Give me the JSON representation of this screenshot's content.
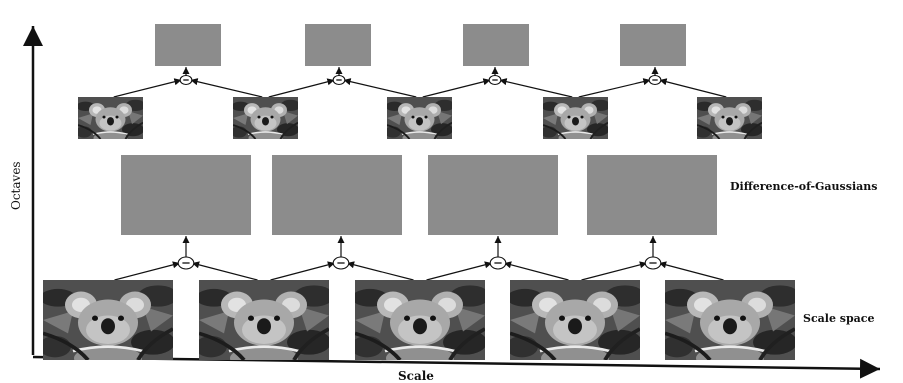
{
  "labels": {
    "y_axis": "Octaves",
    "x_axis": "Scale",
    "dog_row": "Difference-of-Gaussians",
    "scale_row": "Scale space"
  },
  "colors": {
    "dog_fill": "#8c8c8c",
    "line": "#111111",
    "background": "#ffffff"
  },
  "rows": {
    "bottom_scale_images": 5,
    "bottom_dog_boxes": 4,
    "top_scale_images": 5,
    "top_dog_boxes": 4
  },
  "icons": {
    "scale_image": "koala-image-icon",
    "subtract_node": "minus-circle-icon"
  }
}
